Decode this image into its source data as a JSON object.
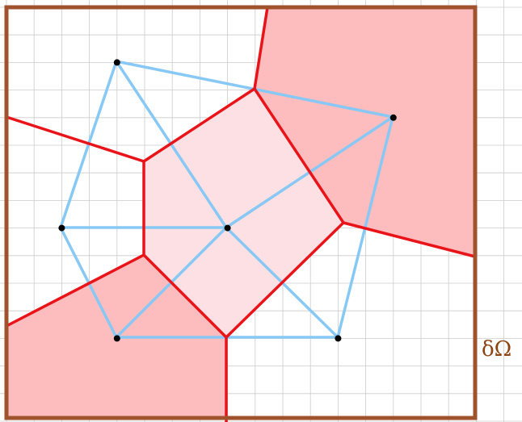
{
  "diagram": {
    "boundary_label": "δΩ",
    "colors": {
      "grid": "#cccccc",
      "boundary": "#a0522d",
      "voronoi_edge": "#e8141a",
      "delaunay_edge": "#87c8f5",
      "cell_inner": "#fde0e3",
      "cell_outer": "#fdbcbe",
      "site": "#000000"
    },
    "sites": [
      {
        "id": "s1",
        "x": 4,
        "y": 2
      },
      {
        "id": "s2",
        "x": 14,
        "y": 4
      },
      {
        "id": "s3",
        "x": 2,
        "y": 8
      },
      {
        "id": "s4",
        "x": 8,
        "y": 8
      },
      {
        "id": "s5",
        "x": 4,
        "y": 12
      },
      {
        "id": "s6",
        "x": 12,
        "y": 12
      }
    ]
  }
}
